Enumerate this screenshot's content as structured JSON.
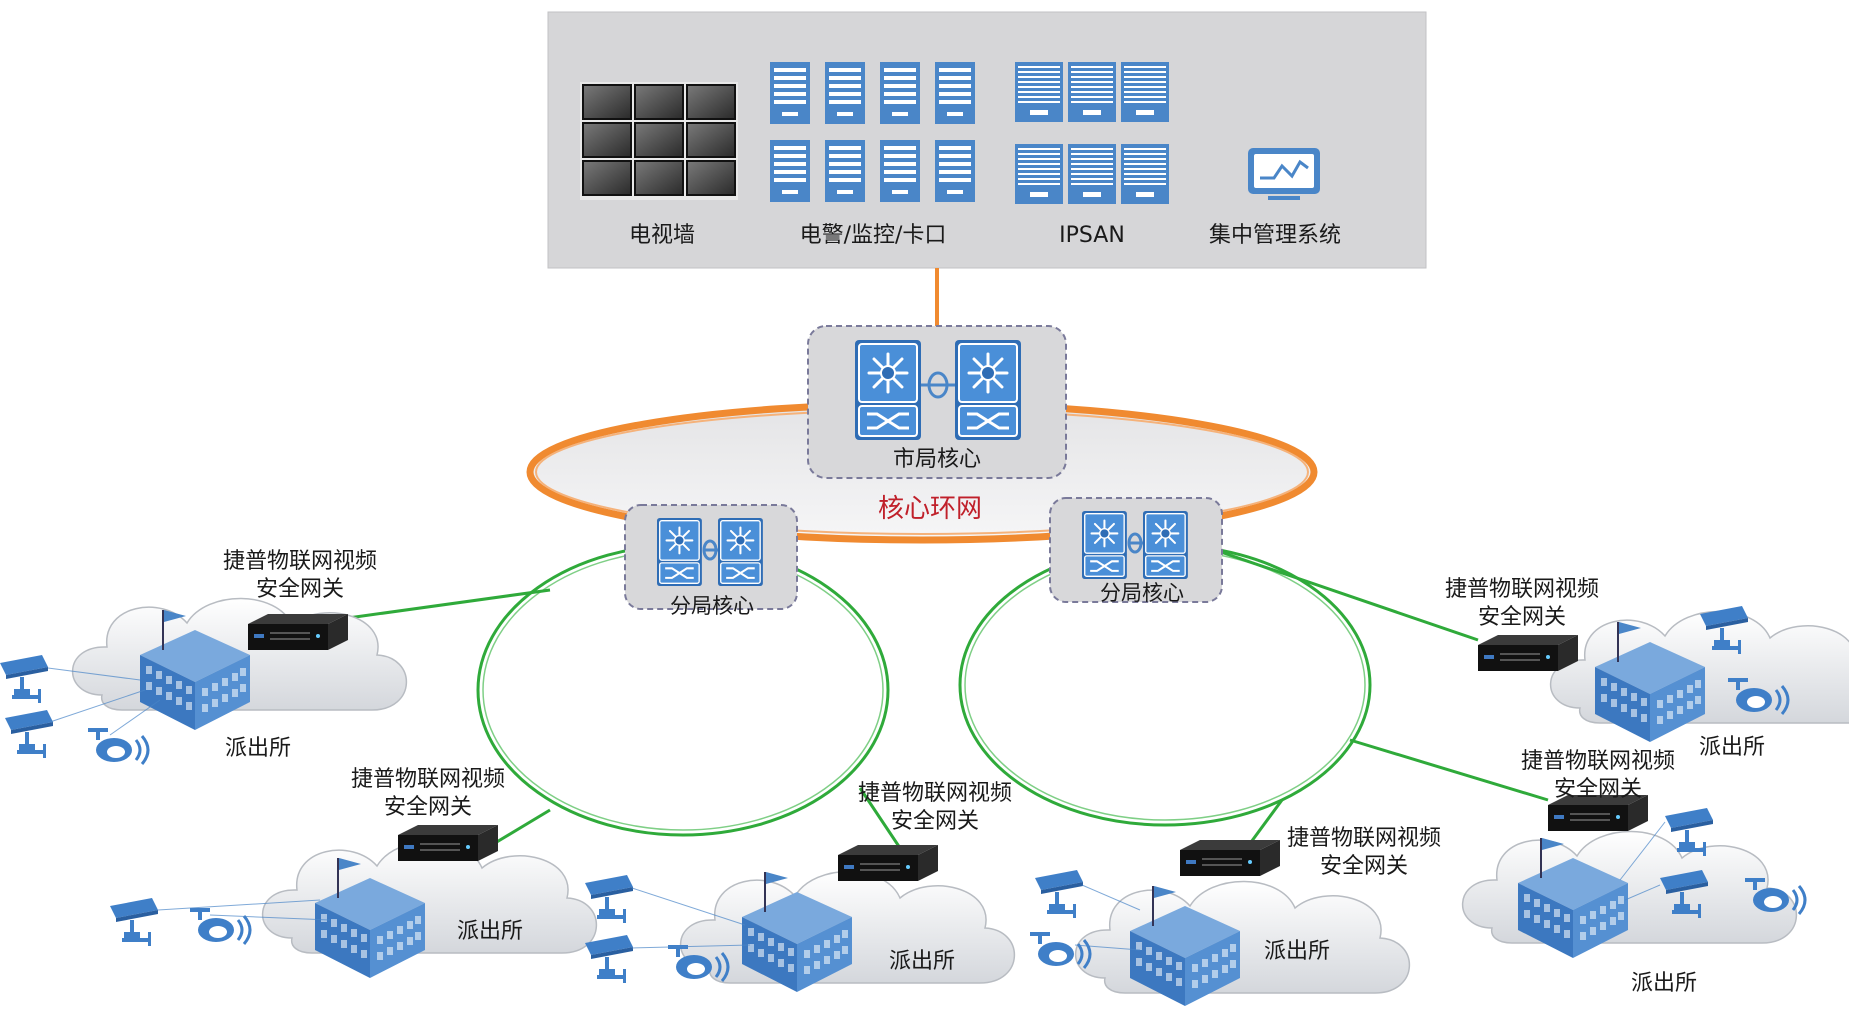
{
  "datacenter": {
    "items": [
      {
        "label": "电视墙"
      },
      {
        "label": "电警/监控/卡口"
      },
      {
        "label": "IPSAN"
      },
      {
        "label": "集中管理系统"
      }
    ]
  },
  "core": {
    "city_core_label": "市局核心",
    "ring_label": "核心环网",
    "branch_cores": [
      {
        "label": "分局核心"
      },
      {
        "label": "分局核心"
      }
    ]
  },
  "sites": [
    {
      "gateway_line1": "捷普物联网视频",
      "gateway_line2": "安全网关",
      "station_label": "派出所"
    },
    {
      "gateway_line1": "捷普物联网视频",
      "gateway_line2": "安全网关",
      "station_label": "派出所"
    },
    {
      "gateway_line1": "捷普物联网视频",
      "gateway_line2": "安全网关",
      "station_label": "派出所"
    },
    {
      "gateway_line1": "捷普物联网视频",
      "gateway_line2": "安全网关",
      "station_label": "派出所"
    },
    {
      "gateway_line1": "捷普物联网视频",
      "gateway_line2": "安全网关",
      "station_label": "派出所"
    },
    {
      "gateway_line1": "捷普物联网视频",
      "gateway_line2": "安全网关",
      "station_label": "派出所"
    }
  ],
  "colors": {
    "core_ring": "#f08a30",
    "access_ring": "#2faa3a",
    "device_blue": "#4a86c8",
    "ring_text": "#c0202a",
    "panel_bg": "#d6d6d8"
  }
}
